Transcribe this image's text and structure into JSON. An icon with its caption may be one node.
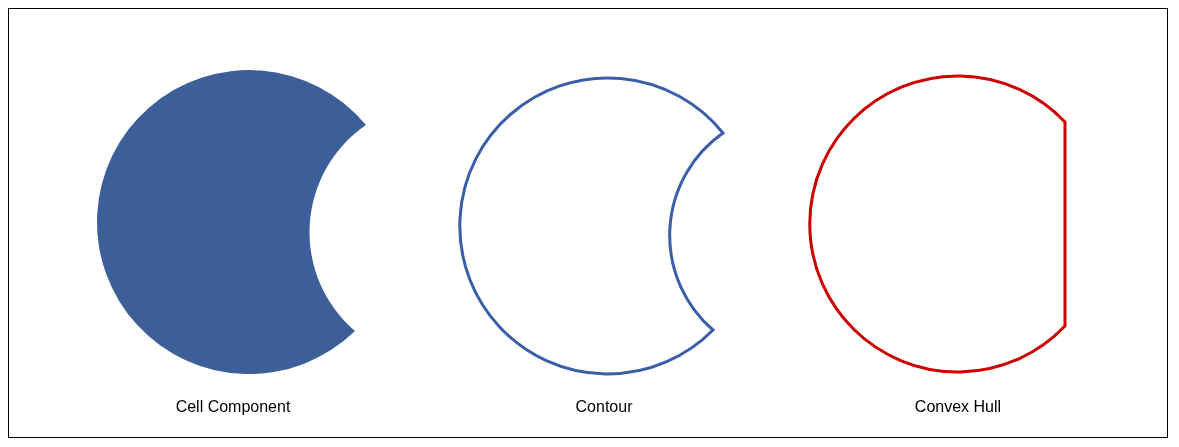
{
  "diagram": {
    "nodes": [
      {
        "text": [],
        "shape": "picture",
        "beside": [
          "Cell Component"
        ]
      },
      {
        "text": [],
        "shape": "picture",
        "beside": [
          "Contour"
        ]
      },
      {
        "text": [],
        "shape": "picture",
        "beside": [
          "Convex Hull"
        ]
      }
    ]
  }
}
